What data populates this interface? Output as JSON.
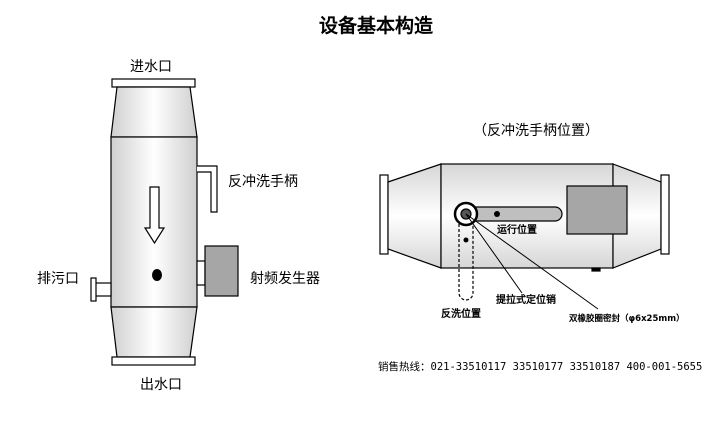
{
  "title": "设备基本构造",
  "left_diagram": {
    "labels": {
      "inlet": "进水口",
      "outlet": "出水口",
      "backwash_handle": "反冲洗手柄",
      "drain": "排污口",
      "rf_generator": "射频发生器"
    }
  },
  "right_diagram": {
    "caption": "（反冲洗手柄位置）",
    "labels": {
      "run_position": "运行位置",
      "backwash_position": "反洗位置",
      "pull_pin": "提拉式定位销",
      "o_ring": "双橡胶圈密封（φ6x25mm）"
    }
  },
  "hotline": "销售热线：021-33510117 33510177 33510187 400-001-5655",
  "colors": {
    "line": "#000000",
    "generator_fill": "#a6a6a6",
    "background": "#ffffff"
  }
}
